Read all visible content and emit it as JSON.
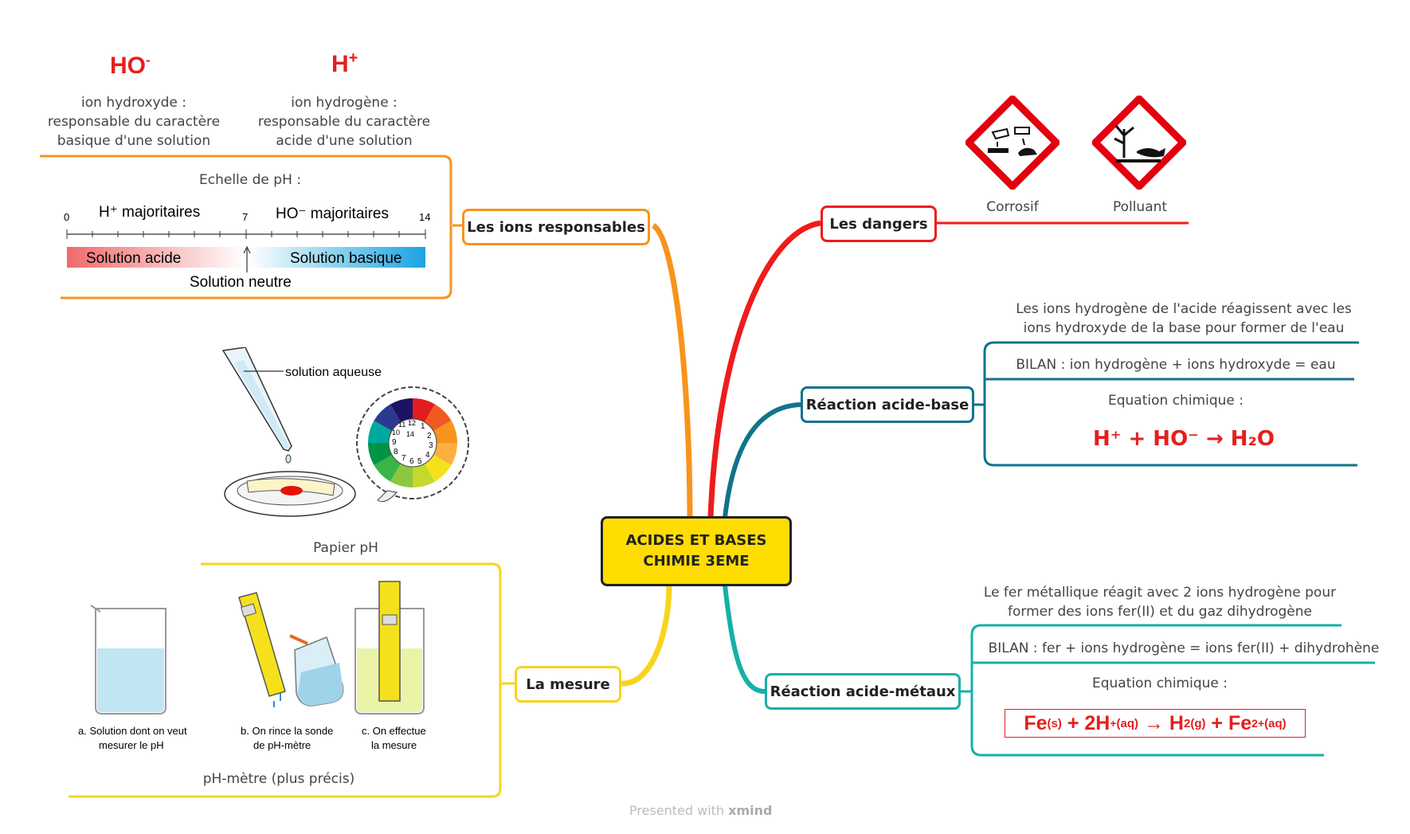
{
  "central": {
    "line1": "ACIDES ET BASES",
    "line2": "CHIMIE 3EME"
  },
  "branches": {
    "ions": {
      "label": "Les ions responsables",
      "ho_formula": "HO",
      "ho_sup": "-",
      "h_formula": "H",
      "h_sup": "+",
      "ho_desc": [
        "ion hydroxyde :",
        "responsable du caractère",
        "basique d'une solution"
      ],
      "h_desc": [
        "ion hydrogène :",
        "responsable du caractère",
        "acide d'une solution"
      ],
      "scale_title": "Echelle de pH :",
      "scale": {
        "tick0": "0",
        "tick7": "7",
        "tick14": "14",
        "h_major": "H⁺ majoritaires",
        "ho_major": "HO⁻ majoritaires",
        "acid": "Solution acide",
        "basic": "Solution basique",
        "neutral": "Solution neutre"
      }
    },
    "mesure": {
      "label": "La mesure",
      "solution_label": "solution aqueuse",
      "paper_caption": "Papier pH",
      "wheel_numbers": [
        "1",
        "2",
        "3",
        "4",
        "5",
        "6",
        "7",
        "8",
        "9",
        "10",
        "11",
        "12",
        "14"
      ],
      "step_a": [
        "a. Solution dont on veut",
        "mesurer le pH"
      ],
      "step_b": [
        "b. On rince la sonde",
        "de pH-mètre"
      ],
      "step_c": [
        "c. On effectue",
        "la mesure"
      ],
      "meter_caption": "pH-mètre (plus précis)"
    },
    "dangers": {
      "label": "Les dangers",
      "corrosif": "Corrosif",
      "polluant": "Polluant",
      "color": "#e3000f"
    },
    "acide_base": {
      "label": "Réaction acide-base",
      "desc": [
        "Les ions hydrogène de l'acide réagissent avec les",
        "ions hydroxyde de la base pour former de l'eau"
      ],
      "bilan": "BILAN : ion hydrogène + ions hydroxyde = eau",
      "eq_title": "Equation chimique :",
      "equation": "H⁺ + HO⁻ → H₂O"
    },
    "acide_metaux": {
      "label": "Réaction acide-métaux",
      "desc": [
        "Le fer métallique réagit avec 2 ions hydrogène pour",
        "former des ions fer(II) et du gaz dihydrogène"
      ],
      "bilan": "BILAN : fer + ions hydrogène = ions fer(II) + dihydrohène",
      "eq_title": "Equation chimique :",
      "equation": {
        "fe": "Fe",
        "fe_sub": "(s)",
        "plus1": " + 2H",
        "h_sup": "+",
        "h_sub": "(aq)",
        "arrow": " → H",
        "h2_sub": "2(g)",
        "plus2": " + Fe",
        "fe_sup": "2+",
        "fe2_sub": "(aq)"
      }
    }
  },
  "footer": {
    "presented": "Presented with",
    "brand": "xmind"
  },
  "colors": {
    "orange": "#f7941d",
    "yellow": "#f7d51d",
    "red": "#ee1c1c",
    "blue": "#12738c",
    "teal": "#16b0a8",
    "central_fill": "#ffdd00"
  }
}
